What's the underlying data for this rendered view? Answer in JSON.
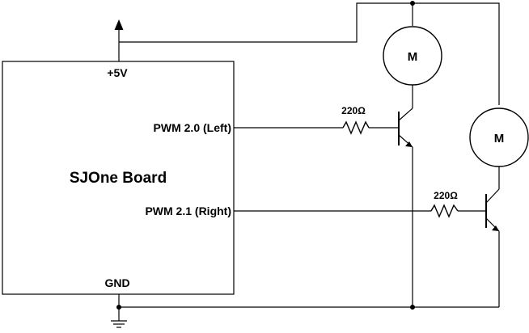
{
  "board": {
    "name": "SJOne Board",
    "power_pin": "+5V",
    "pwm_left": "PWM 2.0 (Left)",
    "pwm_right": "PWM 2.1 (Right)",
    "ground_pin": "GND"
  },
  "resistors": [
    {
      "value": "220Ω"
    },
    {
      "value": "220Ω"
    }
  ],
  "motors": [
    {
      "symbol": "M"
    },
    {
      "symbol": "M"
    }
  ]
}
